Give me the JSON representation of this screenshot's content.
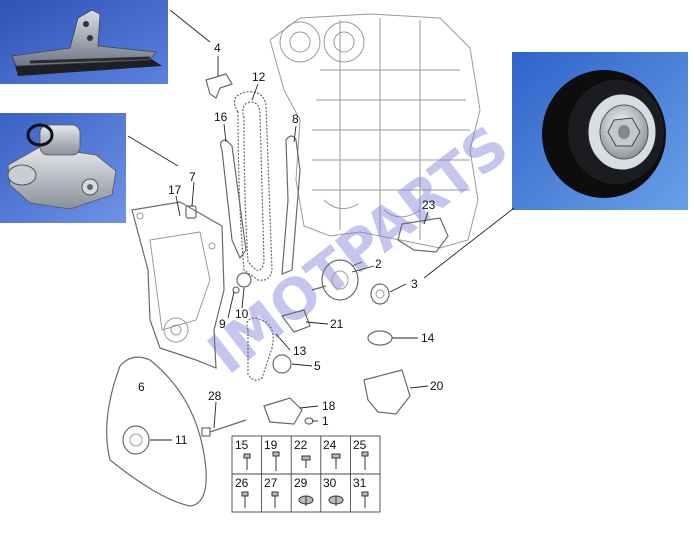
{
  "callouts": [
    {
      "id": "4",
      "label": "4"
    },
    {
      "id": "12",
      "label": "12"
    },
    {
      "id": "16",
      "label": "16"
    },
    {
      "id": "8",
      "label": "8"
    },
    {
      "id": "7",
      "label": "7"
    },
    {
      "id": "17",
      "label": "17"
    },
    {
      "id": "23",
      "label": "23"
    },
    {
      "id": "2",
      "label": "2"
    },
    {
      "id": "3",
      "label": "3"
    },
    {
      "id": "9",
      "label": "9"
    },
    {
      "id": "10",
      "label": "10"
    },
    {
      "id": "21",
      "label": "21"
    },
    {
      "id": "14",
      "label": "14"
    },
    {
      "id": "13",
      "label": "13"
    },
    {
      "id": "5",
      "label": "5"
    },
    {
      "id": "6",
      "label": "6"
    },
    {
      "id": "20",
      "label": "20"
    },
    {
      "id": "28",
      "label": "28"
    },
    {
      "id": "18",
      "label": "18"
    },
    {
      "id": "1",
      "label": "1"
    },
    {
      "id": "11",
      "label": "11"
    }
  ],
  "bolt_grid": {
    "row1": [
      "15",
      "19",
      "22",
      "24",
      "25"
    ],
    "row2": [
      "26",
      "27",
      "29",
      "30",
      "31"
    ]
  },
  "watermark": "IMOTPARTS",
  "colors": {
    "photo_bg": "#3d63c8",
    "line": "#222222",
    "sketch": "#9a9a9a",
    "watermark": "#7f7fd6"
  }
}
